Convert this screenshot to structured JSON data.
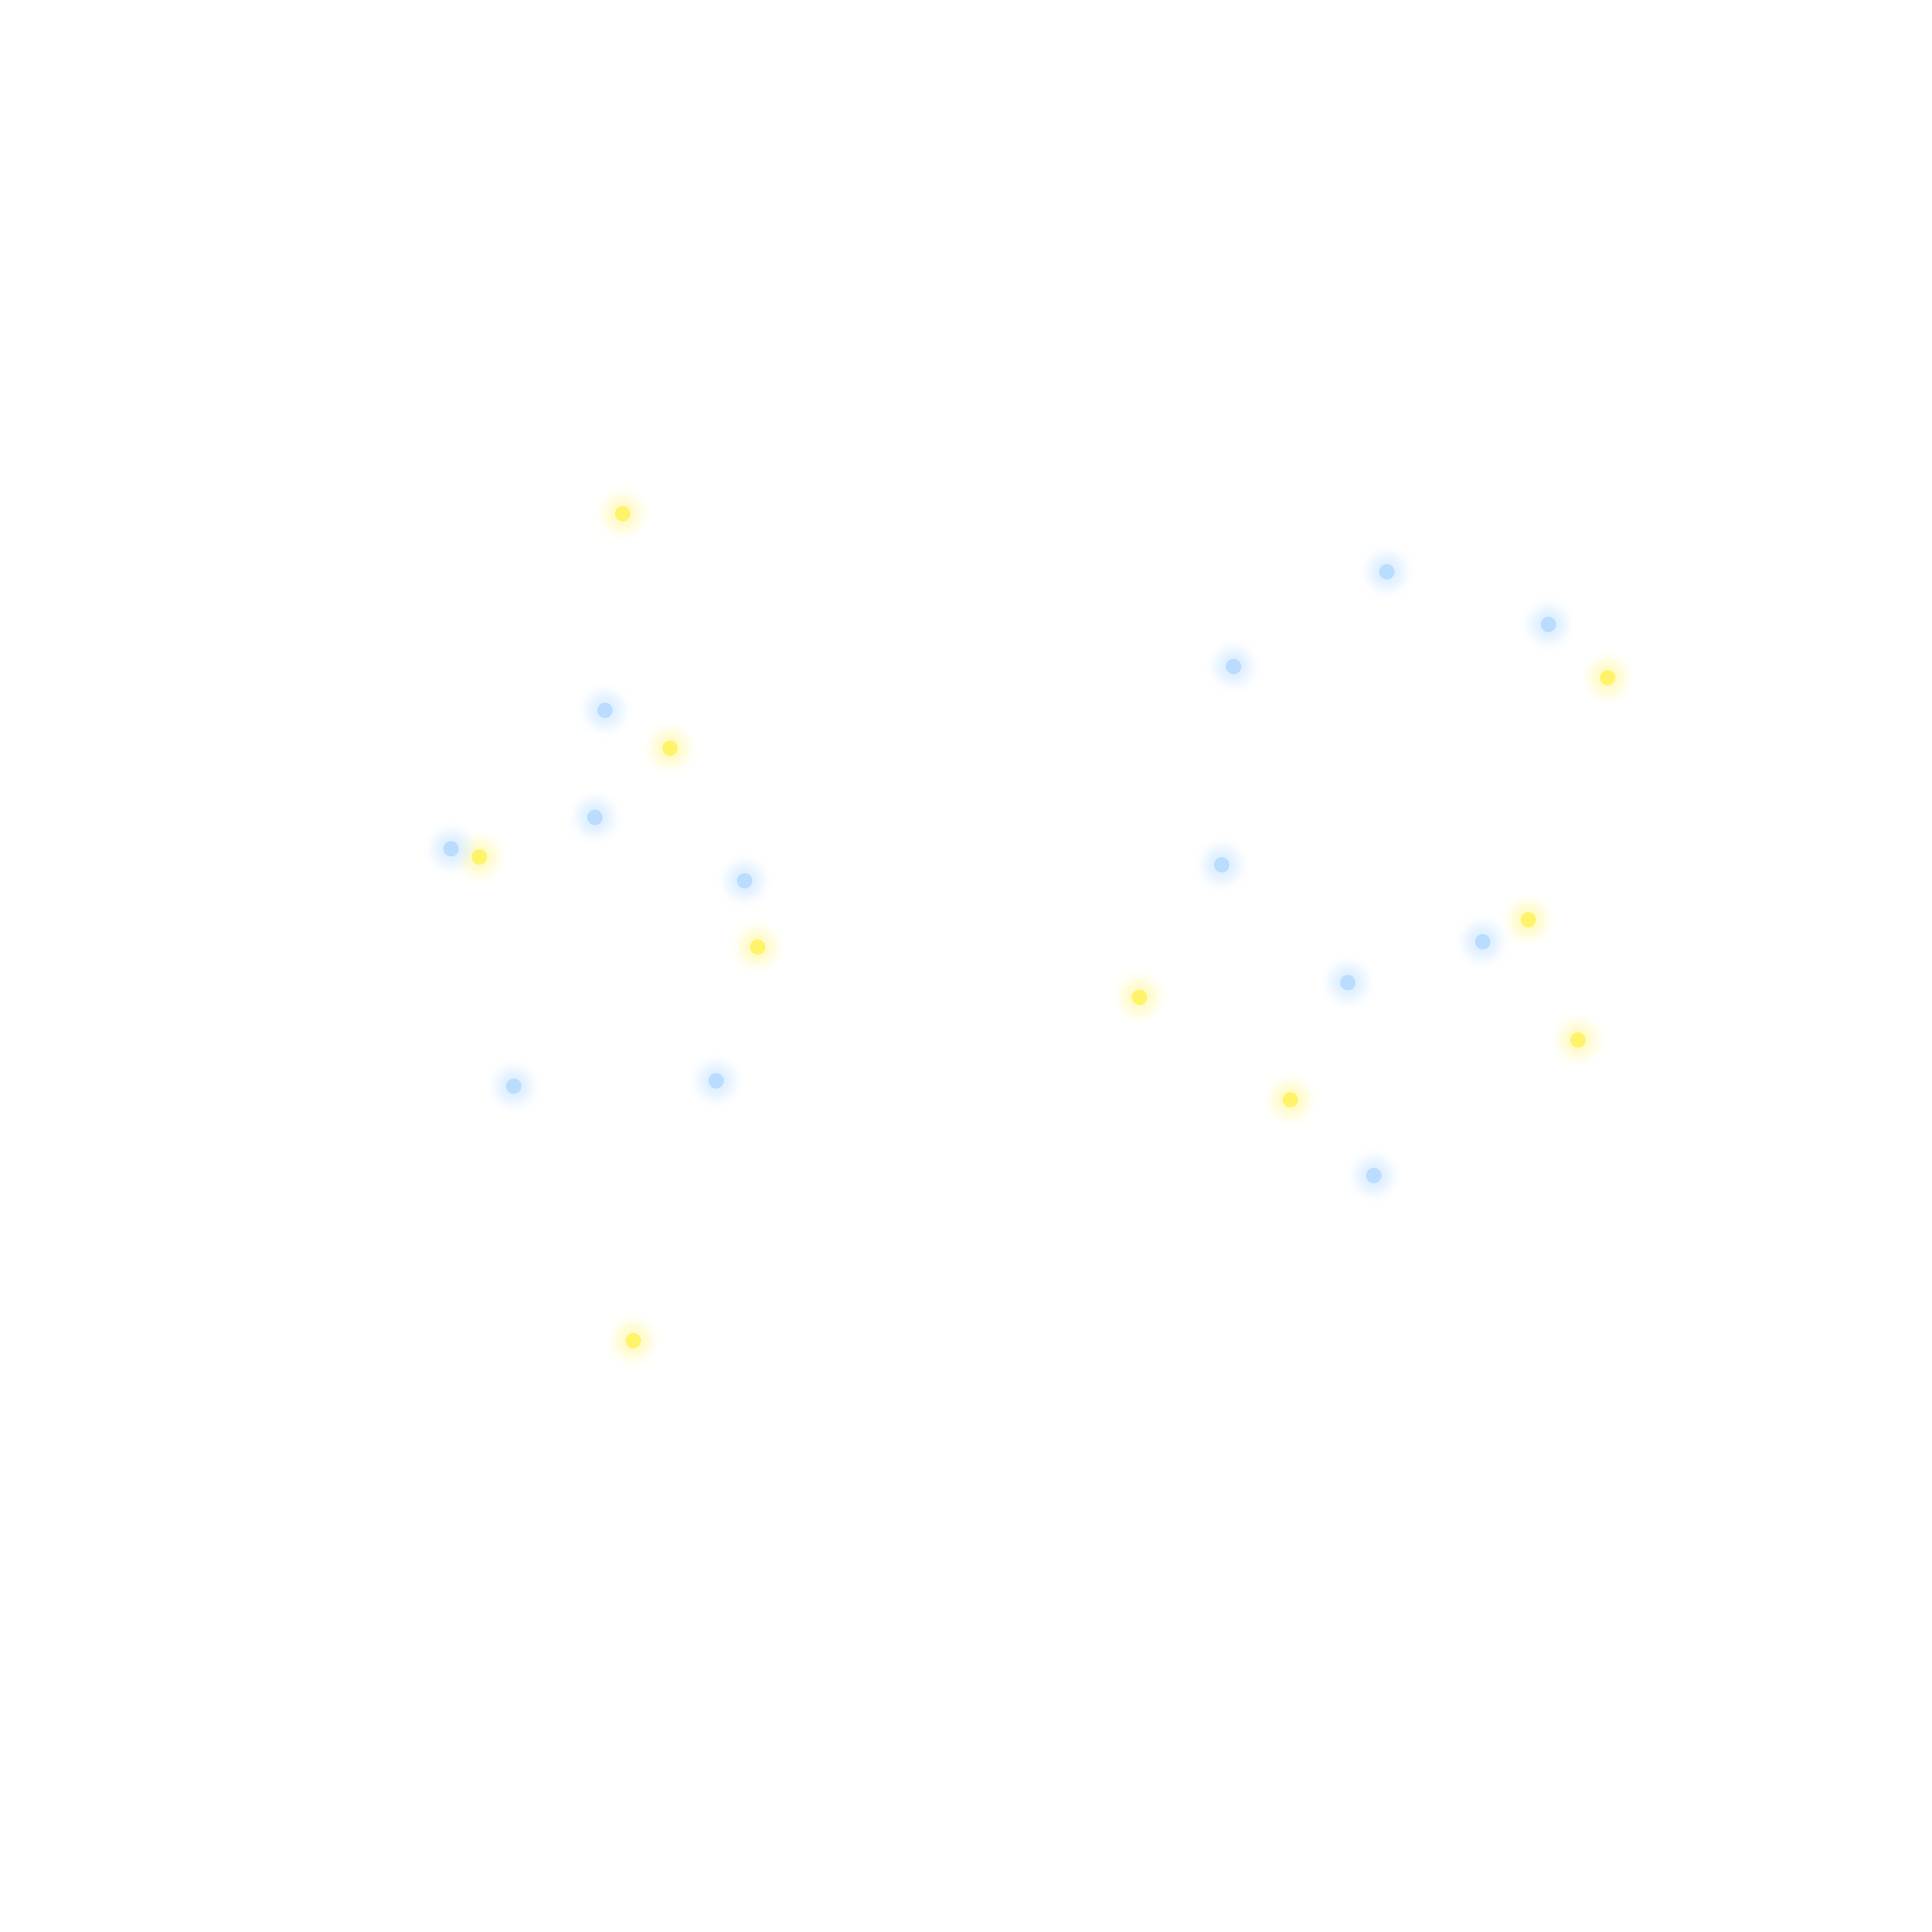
{
  "background": "#ffffff",
  "colors": {
    "blue": "#b9dcff",
    "blue_glow": "#d6ebff",
    "yellow": "#fff36a",
    "yellow_glow": "#fff9b8"
  },
  "legend": {
    "items": []
  },
  "particles": [
    {
      "color": "yellow"
    },
    {
      "color": "blue"
    },
    {
      "color": "yellow"
    },
    {
      "color": "blue"
    },
    {
      "color": "yellow"
    },
    {
      "color": "blue"
    },
    {
      "color": "blue"
    },
    {
      "color": "blue"
    },
    {
      "color": "yellow"
    },
    {
      "color": "yellow"
    },
    {
      "color": "blue"
    },
    {
      "color": "blue"
    },
    {
      "color": "blue"
    },
    {
      "color": "yellow"
    },
    {
      "color": "blue"
    },
    {
      "color": "blue"
    },
    {
      "color": "yellow"
    },
    {
      "color": "blue"
    },
    {
      "color": "yellow"
    },
    {
      "color": "blue"
    },
    {
      "color": "yellow"
    },
    {
      "color": "blue"
    },
    {
      "color": "yellow"
    }
  ]
}
